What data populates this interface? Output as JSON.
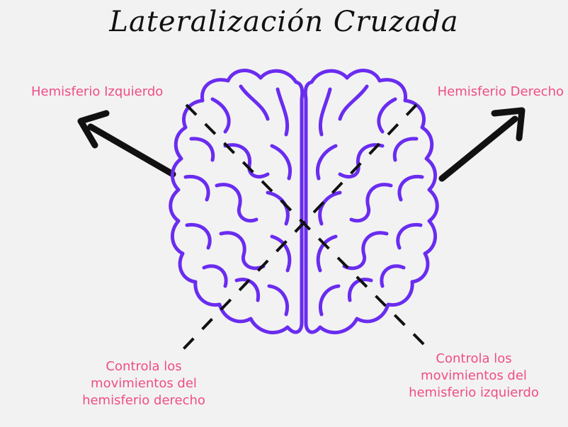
{
  "diagram": {
    "title": "Lateralización Cruzada",
    "left_hemisphere_label": "Hemisferio Izquierdo",
    "right_hemisphere_label": "Hemisferio Derecho",
    "bottom_left_caption": [
      "Controla los",
      "movimientos del",
      "hemisferio derecho"
    ],
    "bottom_right_caption": [
      "Controla los",
      "movimientos del",
      "hemisferio izquierdo"
    ],
    "colors": {
      "background": "#f2f2f2",
      "brain_outline": "#6a2cf0",
      "label": "#ef4d86",
      "arrows": "#111111",
      "crossing_lines": "#111111"
    },
    "icons": [
      "brain-illustration",
      "arrow-left-up-icon",
      "arrow-right-up-icon"
    ]
  }
}
